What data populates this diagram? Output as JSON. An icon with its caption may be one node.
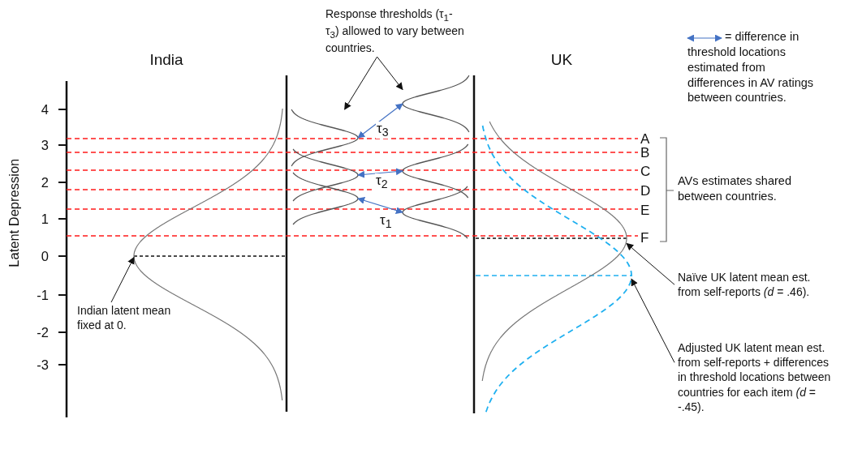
{
  "diagram": {
    "nodes": [
      {
        "text": [
          "Response thresholds (τ$_{1}$- τ$_{3}$) allowed to vary between countries."
        ]
      },
      {
        "text": [
          "Indian latent mean fixed at 0."
        ]
      },
      {
        "text": [
          "Naïve UK latent mean est. from self-reports *(d*  = .46)."
        ]
      },
      {
        "text": [
          "Adjusted UK latent mean est. from self-reports + differences in threshold locations between countries for each item *(d* = -.45)."
        ]
      },
      {
        "text": [],
        "shape": "curve"
      },
      {
        "text": [],
        "shape": "curve"
      },
      {
        "text": [],
        "shape": "curve"
      },
      {
        "text": [],
        "shape": "curve"
      },
      {
        "text": [],
        "shape": "curve"
      },
      {
        "text": [],
        "shape": "curve"
      },
      {
        "text": [],
        "shape": "curve"
      },
      {
        "text": [],
        "shape": "curve"
      },
      {
        "text": [],
        "shape": "curve"
      }
    ],
    "edges": [
      {
        "from": 0,
        "to": 5,
        "arrow": "to"
      },
      {
        "from": 0,
        "to": 8,
        "arrow": "to"
      },
      {
        "from": 1,
        "to": 4,
        "arrow": "to"
      },
      {
        "from": 2,
        "to": 11,
        "arrow": "to"
      },
      {
        "from": 3,
        "to": 12,
        "arrow": "to"
      },
      {
        "from": 5,
        "to": 8,
        "arrow": "both",
        "label": "τ$_{3}$",
        "color": "#4472c4"
      },
      {
        "from": 6,
        "to": 9,
        "arrow": "both",
        "label": "τ$_{2}$",
        "color": "#4472c4"
      },
      {
        "from": 7,
        "to": 10,
        "arrow": "both",
        "label": "τ$_{1}$",
        "color": "#4472c4"
      }
    ],
    "labels": [
      "India",
      "UK",
      "Latent Depression",
      "4",
      "3",
      "2",
      "1",
      "0",
      "-1",
      "-2",
      "-3",
      "A",
      "B",
      "C",
      "D",
      "E",
      "F",
      "AVs estimates shared between countries."
    ],
    "legend": [
      {
        "text": "= difference in threshold locations estimated from differences in AV ratings between countries."
      }
    ]
  }
}
